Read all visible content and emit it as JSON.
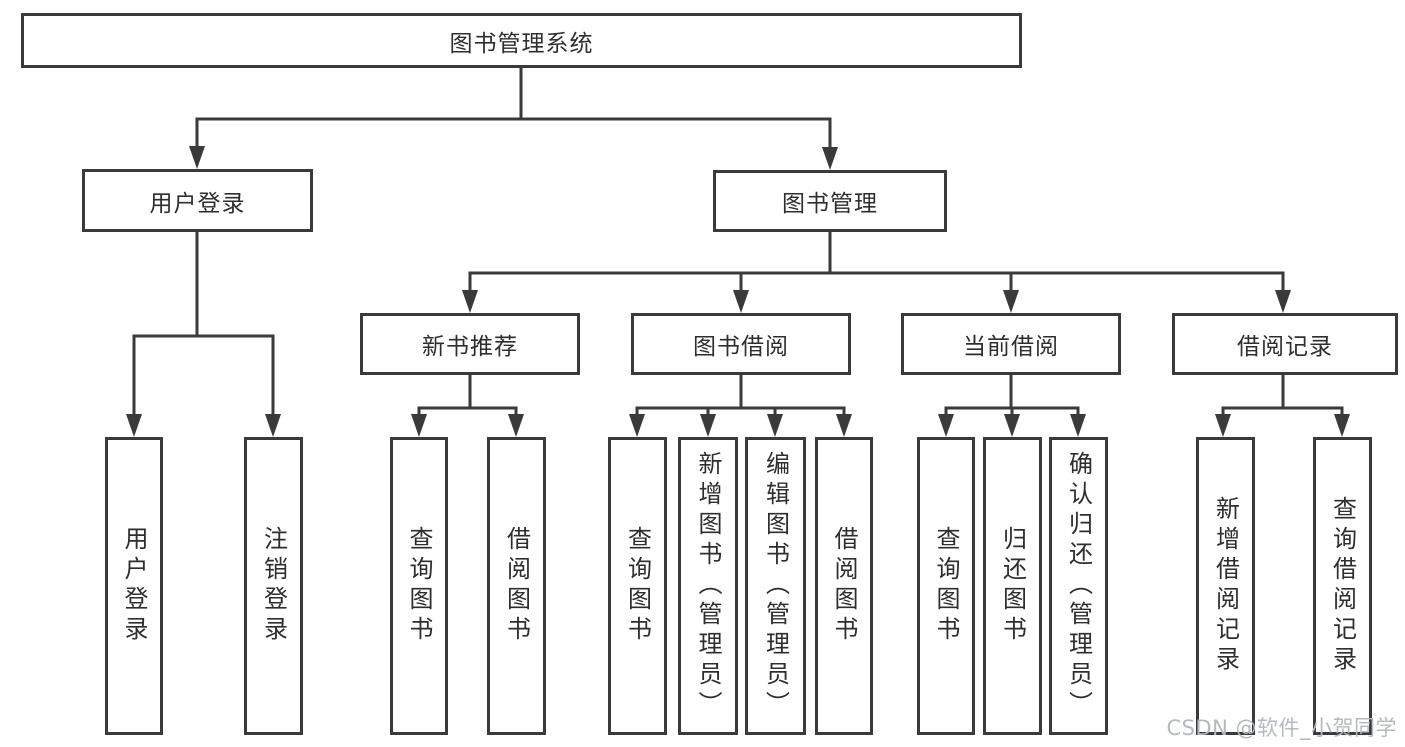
{
  "tree": {
    "label": "图书管理系统",
    "children": [
      {
        "label": "用户登录",
        "children": [
          {
            "label": "用户登录"
          },
          {
            "label": "注销登录"
          }
        ]
      },
      {
        "label": "图书管理",
        "children": [
          {
            "label": "新书推荐",
            "children": [
              {
                "label": "查询图书"
              },
              {
                "label": "借阅图书"
              }
            ]
          },
          {
            "label": "图书借阅",
            "children": [
              {
                "label": "查询图书"
              },
              {
                "label": "新增图书（管理员）"
              },
              {
                "label": "编辑图书（管理员）"
              },
              {
                "label": "借阅图书"
              }
            ]
          },
          {
            "label": "当前借阅",
            "children": [
              {
                "label": "查询图书"
              },
              {
                "label": "归还图书"
              },
              {
                "label": "确认归还（管理员）"
              }
            ]
          },
          {
            "label": "借阅记录",
            "children": [
              {
                "label": "新增借阅记录"
              },
              {
                "label": "查询借阅记录"
              }
            ]
          }
        ]
      }
    ]
  },
  "watermark": {
    "text": "CSDN @软件_小贺同学"
  },
  "colors": {
    "line": "#3a3a3a",
    "box_border": "#3a3a3a",
    "text": "#2e2e2e",
    "watermark": "#b4b9be",
    "background": "#ffffff"
  }
}
